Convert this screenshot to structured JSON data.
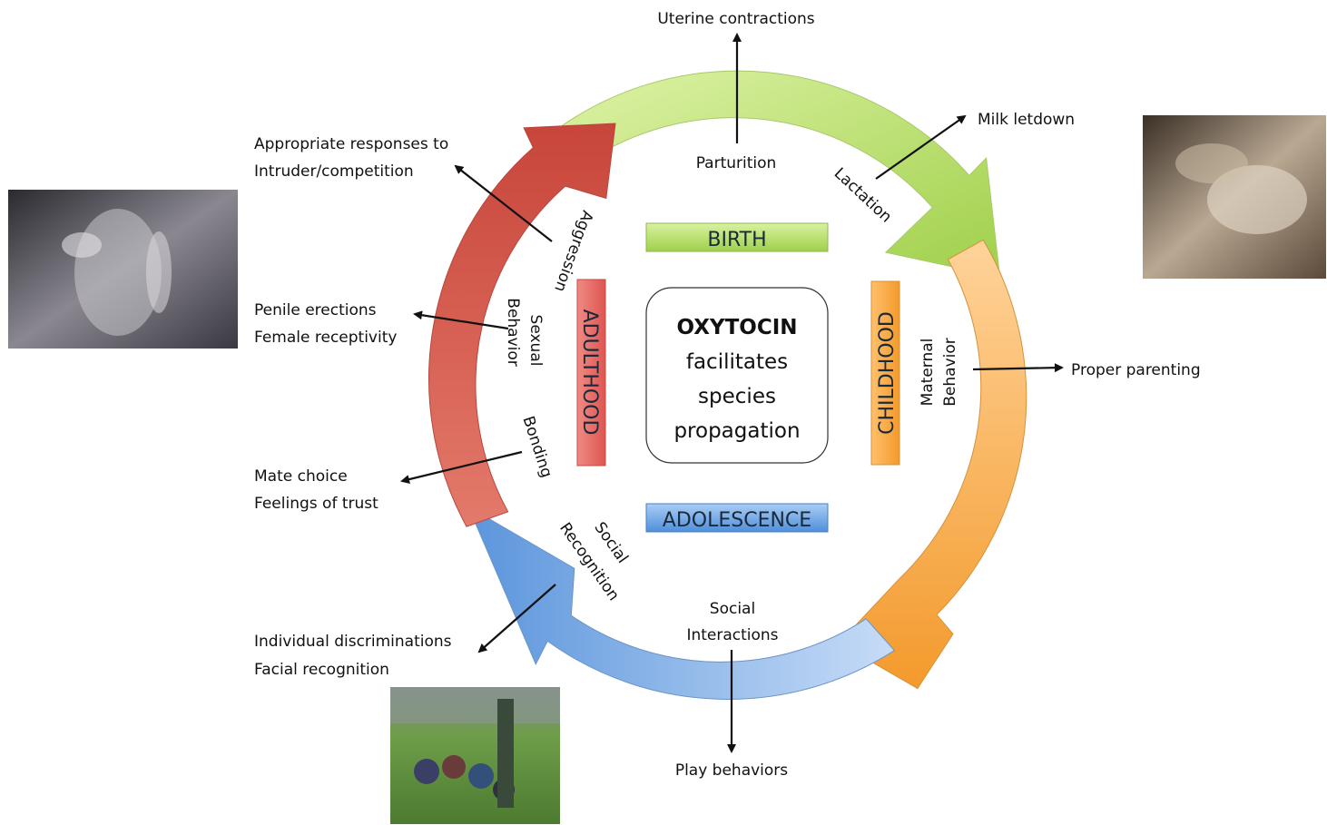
{
  "center": {
    "title": "OXYTOCIN",
    "lines": [
      "facilitates",
      "species",
      "propagation"
    ]
  },
  "stages": {
    "birth": "BIRTH",
    "childhood": "CHILDHOOD",
    "adolescence": "ADOLESCENCE",
    "adulthood": "ADULTHOOD"
  },
  "inner_labels": {
    "parturition": "Parturition",
    "lactation": "Lactation",
    "maternal_1": "Maternal",
    "maternal_2": "Behavior",
    "social_interactions_1": "Social",
    "social_interactions_2": "Interactions",
    "social_recognition_1": "Social",
    "social_recognition_2": "Recognition",
    "bonding": "Bonding",
    "sexual_1": "Sexual",
    "sexual_2": "Behavior",
    "aggression": "Aggression"
  },
  "outcomes": {
    "uterine": "Uterine contractions",
    "milk": "Milk letdown",
    "parenting": "Proper parenting",
    "play": "Play behaviors",
    "individual_1": "Individual discriminations",
    "individual_2": "Facial recognition",
    "mate_1": "Mate choice",
    "mate_2": "Feelings of trust",
    "penile_1": "Penile erections",
    "penile_2": "Female receptivity",
    "appropriate_1": "Appropriate responses to",
    "appropriate_2": "Intruder/competition"
  },
  "colors": {
    "green": "#b5dc6a",
    "orange": "#f6a83e",
    "blue": "#7aaee6",
    "red": "#d9574c"
  }
}
